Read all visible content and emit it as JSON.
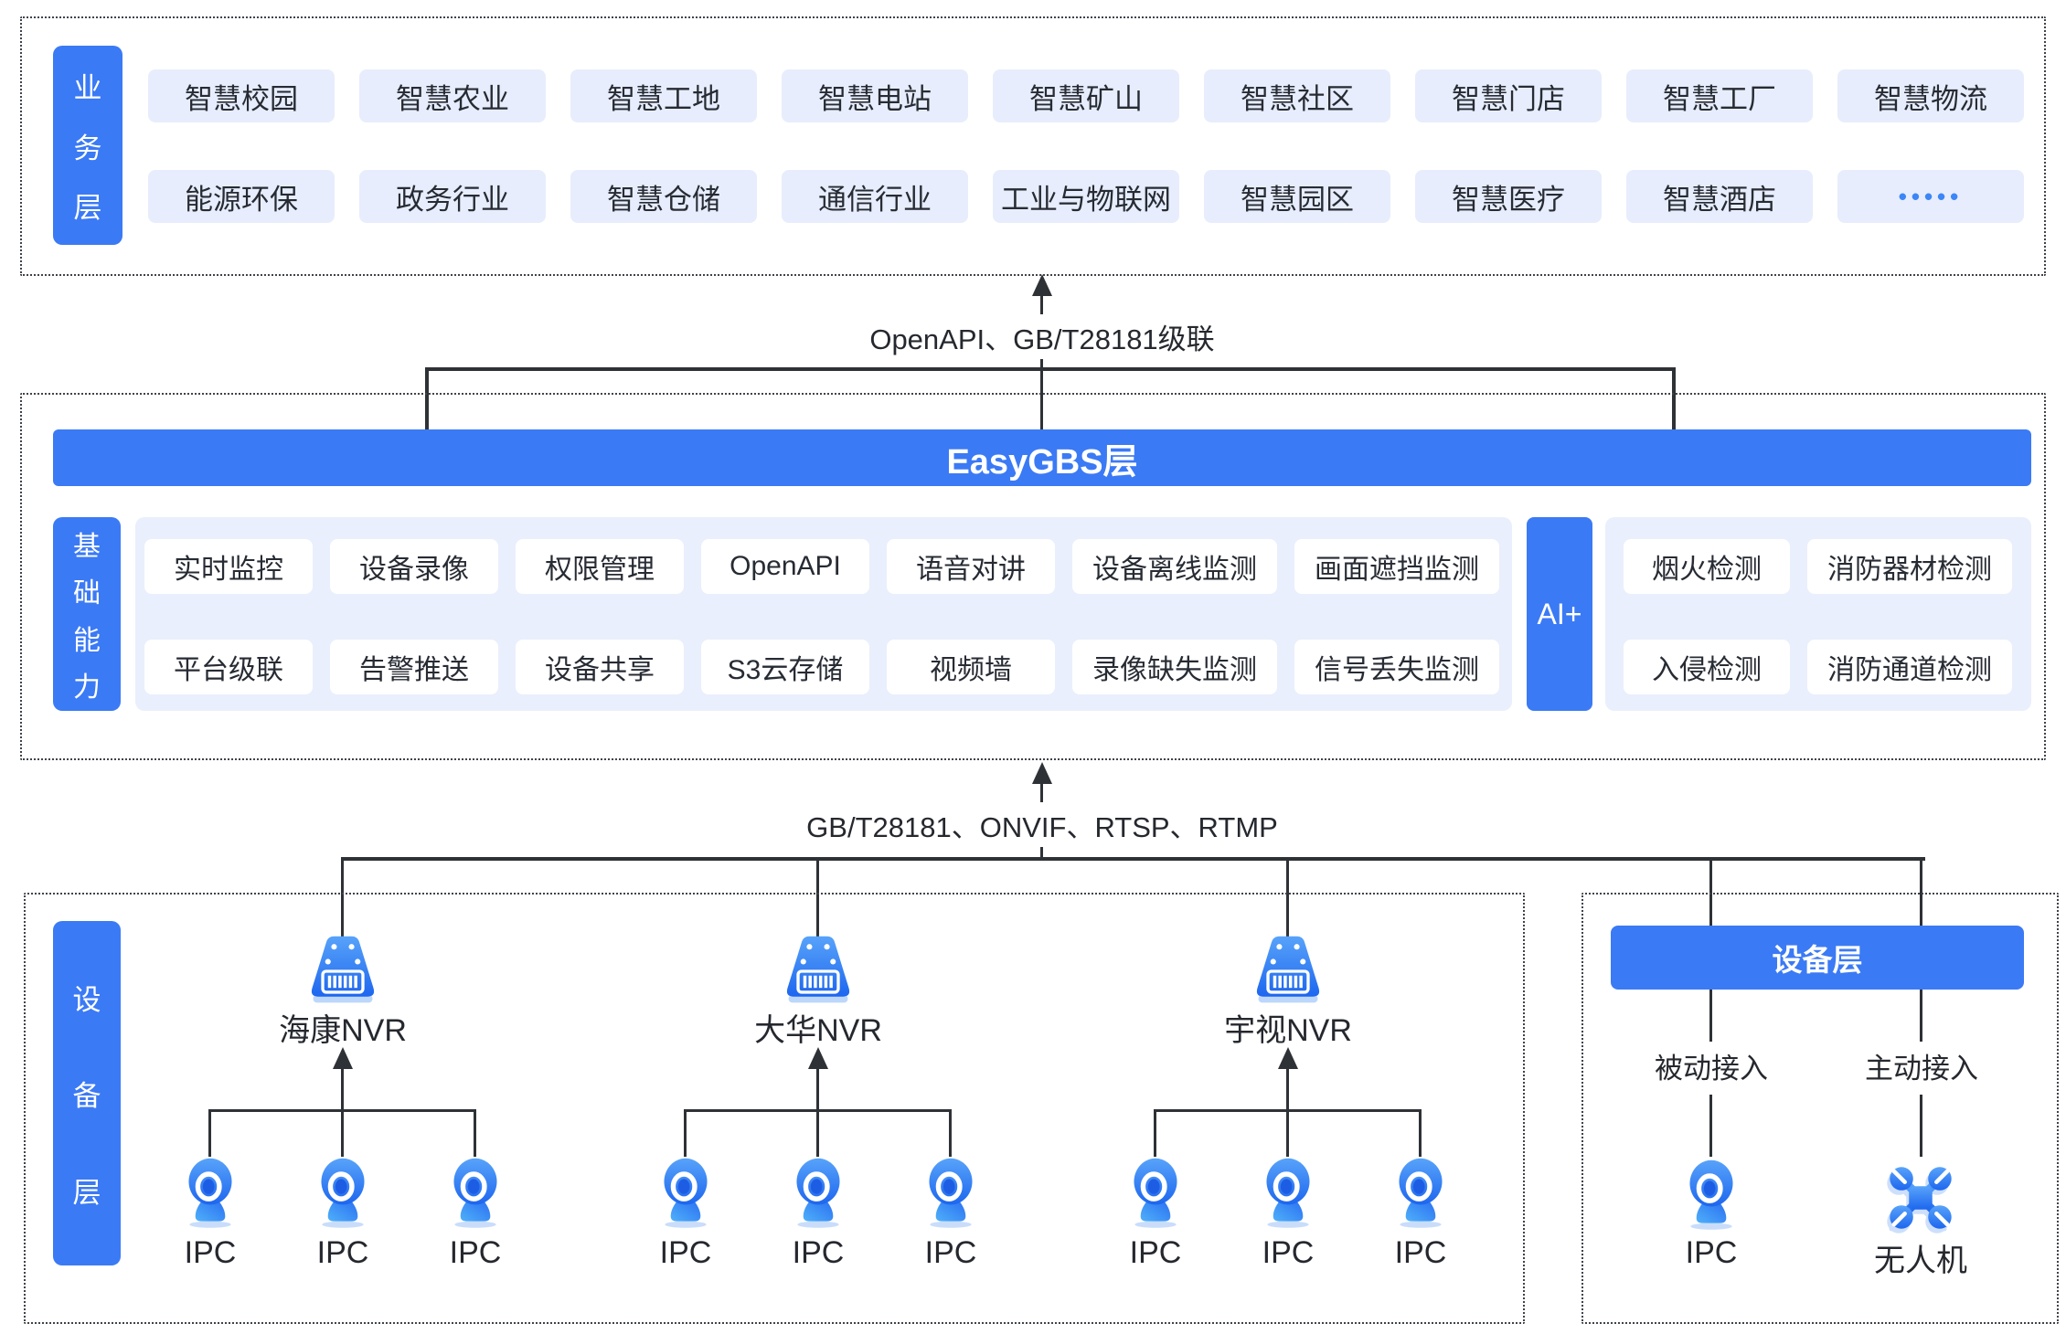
{
  "colors": {
    "accent": "#3B7AF5",
    "panel_bg": "#E9EFFC",
    "chip_bg": "#E7EDFC",
    "line": "#2E3135",
    "dots_accent": "#3C86F7"
  },
  "business_layer": {
    "label": "业务层",
    "row1": [
      "智慧校园",
      "智慧农业",
      "智慧工地",
      "智慧电站",
      "智慧矿山",
      "智慧社区",
      "智慧门店",
      "智慧工厂",
      "智慧物流"
    ],
    "row2": [
      "能源环保",
      "政务行业",
      "智慧仓储",
      "通信行业",
      "工业与物联网",
      "智慧园区",
      "智慧医疗",
      "智慧酒店",
      "•••••"
    ]
  },
  "top_connector": {
    "label": "OpenAPI、GB/T28181级联"
  },
  "easygbs_layer": {
    "banner": "EasyGBS层",
    "base_label": "基础能力",
    "row1": [
      "实时监控",
      "设备录像",
      "权限管理",
      "OpenAPI",
      "语音对讲",
      "设备离线监测",
      "画面遮挡监测"
    ],
    "row2": [
      "平台级联",
      "告警推送",
      "设备共享",
      "S3云存储",
      "视频墙",
      "录像缺失监测",
      "信号丢失监测"
    ],
    "ai_label": "AI+",
    "ai_row1": [
      "烟火检测",
      "消防器材检测"
    ],
    "ai_row2": [
      "入侵检测",
      "消防通道检测"
    ]
  },
  "bottom_connector": {
    "label": "GB/T28181、ONVIF、RTSP、RTMP"
  },
  "device_layer": {
    "label": "设备层",
    "nvr_groups": [
      {
        "name": "海康NVR",
        "ipcs": [
          "IPC",
          "IPC",
          "IPC"
        ]
      },
      {
        "name": "大华NVR",
        "ipcs": [
          "IPC",
          "IPC",
          "IPC"
        ]
      },
      {
        "name": "宇视NVR",
        "ipcs": [
          "IPC",
          "IPC",
          "IPC"
        ]
      }
    ],
    "right_panel": {
      "banner": "设备层",
      "columns": [
        {
          "access": "被动接入",
          "device": "IPC"
        },
        {
          "access": "主动接入",
          "device": "无人机"
        }
      ]
    }
  }
}
